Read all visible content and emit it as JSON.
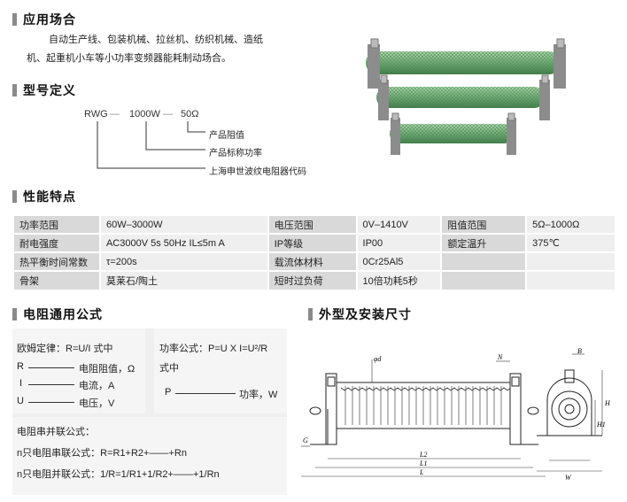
{
  "sections": {
    "application": "应用场合",
    "model": "型号定义",
    "performance": "性能特点",
    "formula": "电阻通用公式",
    "dimensions": "外型及安装尺寸"
  },
  "application": {
    "line1": "自动生产线、包装机械、拉丝机、纺织机械、造纸",
    "line2": "机、起重机小车等小功率变频器能耗制动场合。"
  },
  "model": {
    "part1": "RWG",
    "sep1": "—",
    "part2": "1000W",
    "sep2": "—",
    "part3": "50Ω",
    "ann_resistance": "产品阻值",
    "ann_power": "产品标称功率",
    "ann_maker": "上海申世波纹电阻器代码"
  },
  "performance": {
    "rows": [
      [
        "功率范围",
        "60W–3000W",
        "电压范围",
        "0V–1410V",
        "阻值范围",
        "5Ω–1000Ω"
      ],
      [
        "耐电强度",
        "AC3000V  5s  50Hz  IL≤5m A",
        "IP等级",
        "IP00",
        "额定温升",
        "375℃"
      ],
      [
        "热平衡时间常数",
        "τ=200s",
        "载流体材料",
        "0Cr25Al5",
        "",
        ""
      ],
      [
        "骨架",
        "莫莱石/陶土",
        "短时过负荷",
        "10倍功耗5秒",
        "",
        ""
      ]
    ]
  },
  "formula": {
    "ohm": "欧姆定律：R=U/I  式中",
    "r_sym": "R",
    "r_desc": "电阻阻值，Ω",
    "i_sym": "I",
    "i_desc": "电流，A",
    "u_sym": "U",
    "u_desc": "电压，V",
    "power": "功率公式：P=U X I=U²/R",
    "power2": "式中",
    "p_sym": "P",
    "p_desc": "功率，W",
    "combo_title": "电阻串并联公式：",
    "series": "n只电阻串联公式：R=R1+R2+——+Rn",
    "parallel": "n只电阻并联公式：1/R=1/R1+1/R2+——+1/Rn"
  },
  "dimensions": {
    "labels": {
      "phi_d": "φd",
      "n": "N",
      "g": "G",
      "l": "L",
      "l1": "L1",
      "l2": "L2",
      "b": "B",
      "h": "H",
      "h1": "H1",
      "w": "W"
    }
  },
  "colors": {
    "resistor_green": "#6fa874",
    "section_bar": "#8a8a8a",
    "table_label_bg": "#d9d9d9",
    "table_value_bg": "#efefef"
  }
}
